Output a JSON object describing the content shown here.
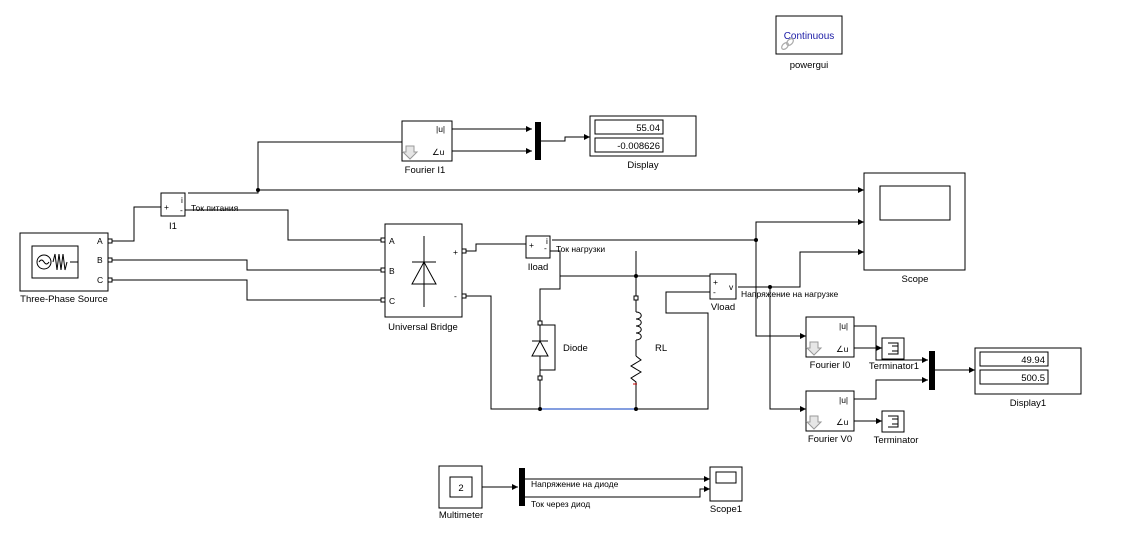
{
  "powergui": {
    "mode": "Continuous",
    "name": "powergui"
  },
  "source": {
    "name": "Three-Phase Source",
    "ports": [
      "A",
      "B",
      "C"
    ]
  },
  "i1": {
    "name": "I1",
    "signal": "Ток питания",
    "plus": "+",
    "minus": "-",
    "i": "i"
  },
  "bridge": {
    "name": "Universal Bridge",
    "ports": [
      "A",
      "B",
      "C"
    ],
    "plus": "+",
    "minus": "-"
  },
  "iload": {
    "name": "Iload",
    "signal": "Ток нагрузки",
    "plus": "+",
    "minus": "-",
    "i": "i"
  },
  "vload": {
    "name": "Vload",
    "signal": "Напряжение на нагрузке",
    "plus": "+",
    "minus": "-",
    "v": "v"
  },
  "diode": {
    "name": "Diode"
  },
  "rl": {
    "name": "RL"
  },
  "fourier_i1": {
    "name": "Fourier I1",
    "mag": "|u|",
    "ang": "∠u"
  },
  "fourier_i0": {
    "name": "Fourier I0",
    "mag": "|u|",
    "ang": "∠u"
  },
  "fourier_v0": {
    "name": "Fourier V0",
    "mag": "|u|",
    "ang": "∠u"
  },
  "display": {
    "name": "Display",
    "values": [
      "55.04",
      "-0.008626"
    ]
  },
  "display1": {
    "name": "Display1",
    "values": [
      "49.94",
      "500.5"
    ]
  },
  "scope": {
    "name": "Scope"
  },
  "scope1": {
    "name": "Scope1"
  },
  "terminator": {
    "name": "Terminator"
  },
  "terminator1": {
    "name": "Terminator1"
  },
  "multimeter": {
    "name": "Multimeter",
    "value": "2",
    "signals": [
      "Напряжение на диоде",
      "Ток через диод"
    ]
  },
  "colors": {
    "selected_wire": "#5b7fd6",
    "continuous_text": "#1a1aa6"
  }
}
